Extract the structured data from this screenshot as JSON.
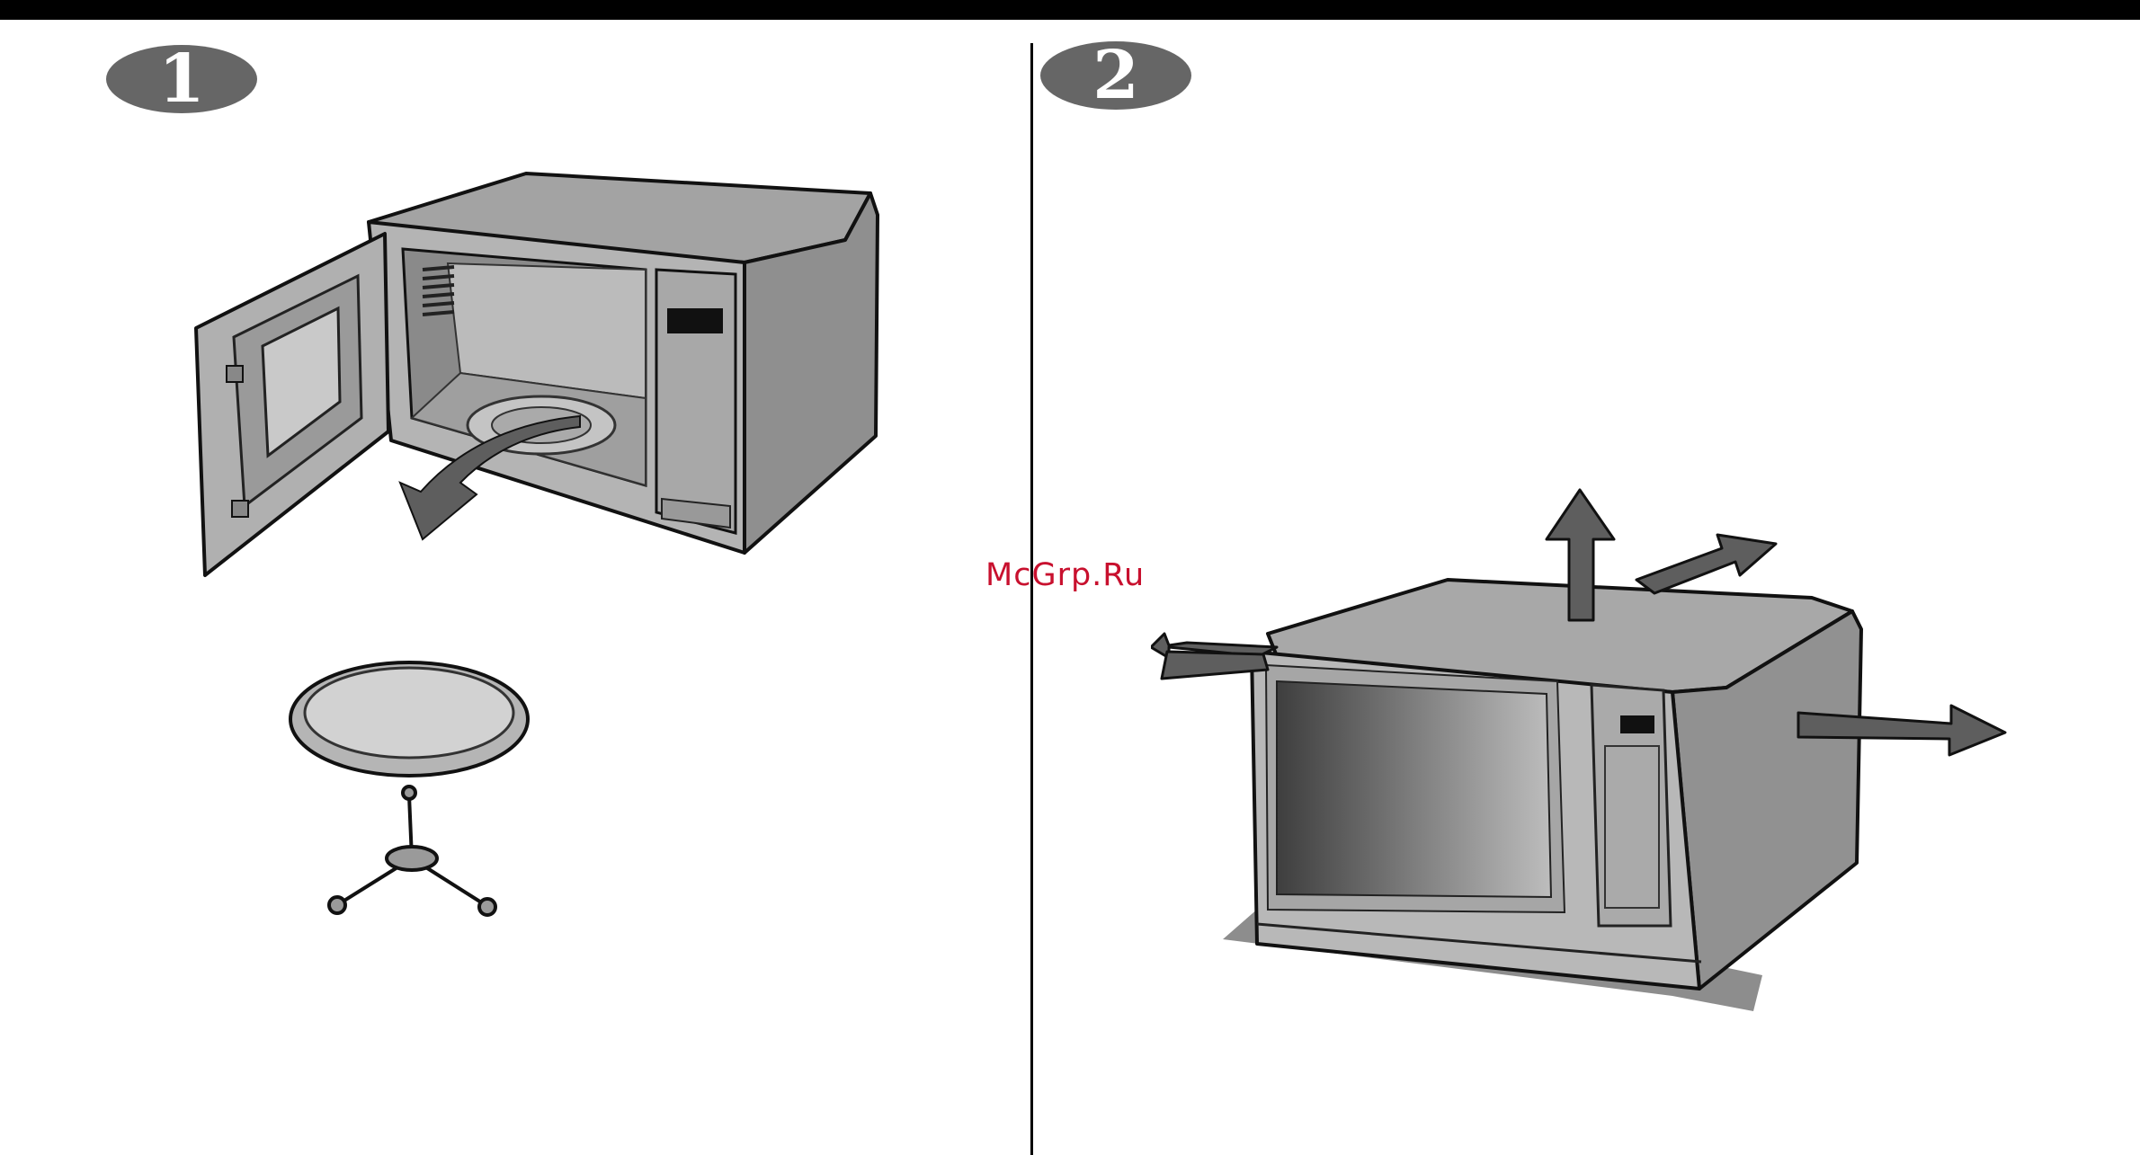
{
  "steps": [
    {
      "number": "1"
    },
    {
      "number": "2"
    }
  ],
  "watermark": "McGrp.Ru",
  "colors": {
    "badge": "#666666",
    "divider": "#000000",
    "appliance": "#9a9a9a",
    "arrow": "#5e5e5e",
    "watermark": "#c8102e"
  },
  "icons": [
    "microwave-open-door-icon",
    "turntable-plate-icon",
    "roller-ring-icon",
    "microwave-closed-icon",
    "clearance-arrow-icon"
  ]
}
